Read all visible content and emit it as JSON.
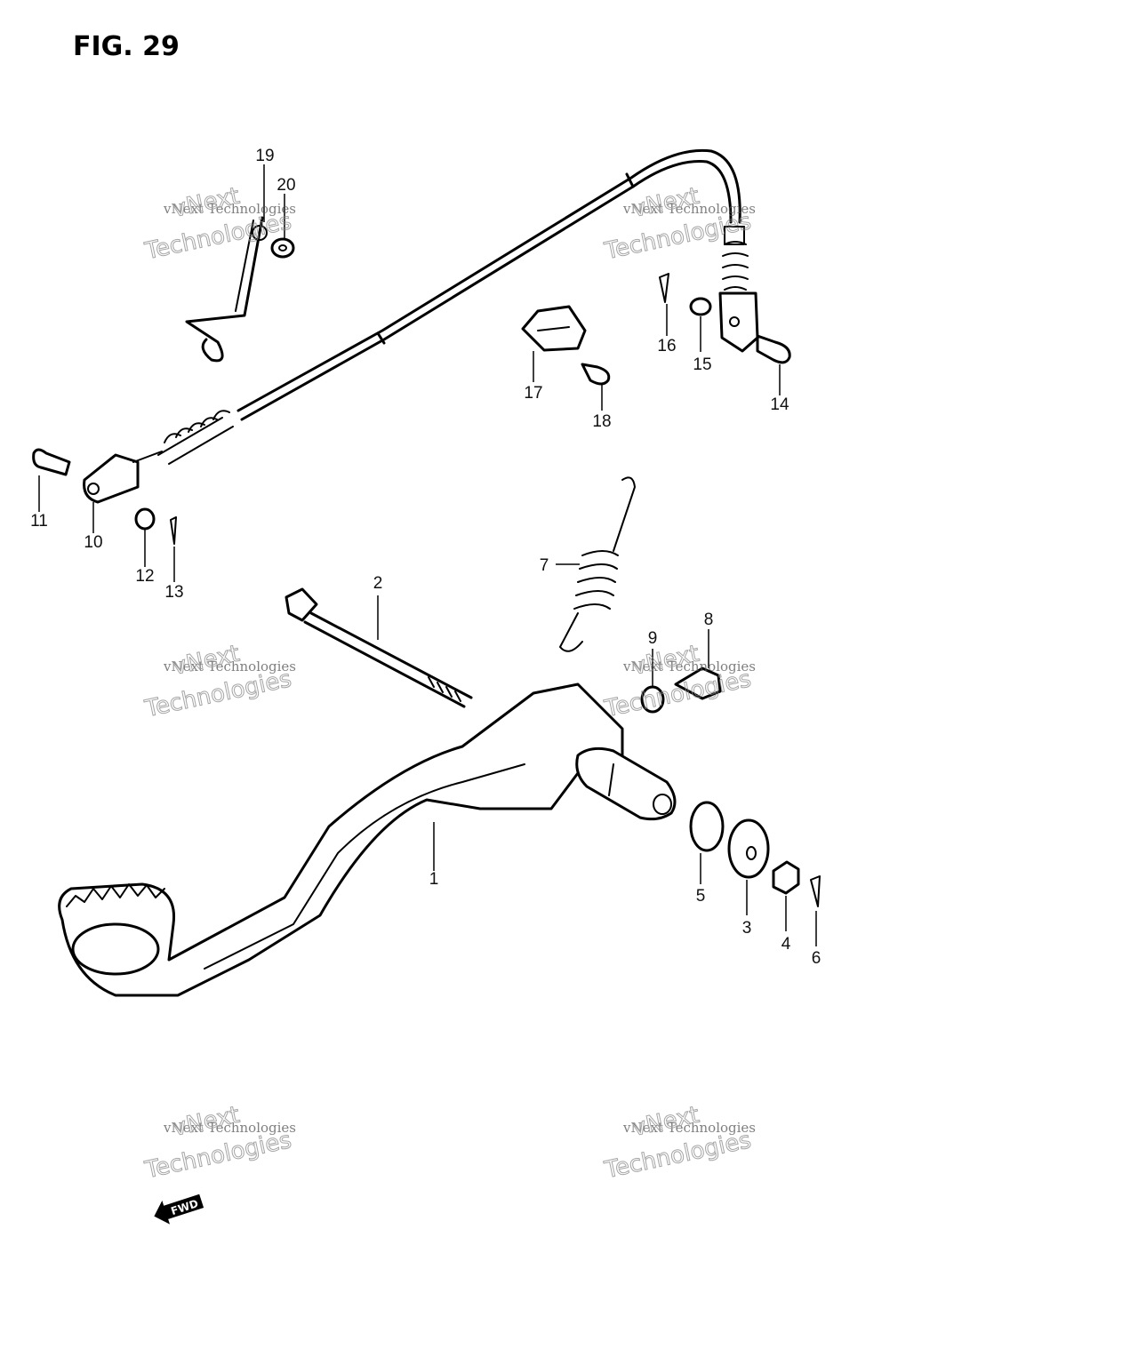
{
  "figure": {
    "title": "FIG. 29"
  },
  "callouts": [
    {
      "id": "c1",
      "label": "1"
    },
    {
      "id": "c2",
      "label": "2"
    },
    {
      "id": "c3",
      "label": "3"
    },
    {
      "id": "c4",
      "label": "4"
    },
    {
      "id": "c5",
      "label": "5"
    },
    {
      "id": "c6",
      "label": "6"
    },
    {
      "id": "c7",
      "label": "7"
    },
    {
      "id": "c8",
      "label": "8"
    },
    {
      "id": "c9",
      "label": "9"
    },
    {
      "id": "c10",
      "label": "10"
    },
    {
      "id": "c11",
      "label": "11"
    },
    {
      "id": "c12",
      "label": "12"
    },
    {
      "id": "c13",
      "label": "13"
    },
    {
      "id": "c14",
      "label": "14"
    },
    {
      "id": "c15",
      "label": "15"
    },
    {
      "id": "c16",
      "label": "16"
    },
    {
      "id": "c17",
      "label": "17"
    },
    {
      "id": "c18",
      "label": "18"
    },
    {
      "id": "c19",
      "label": "19"
    },
    {
      "id": "c20",
      "label": "20"
    }
  ],
  "watermark": {
    "line1": "vNext Technologies",
    "line2a": "vNext",
    "line2b": "Technologies"
  },
  "fwd_label": "FWD"
}
